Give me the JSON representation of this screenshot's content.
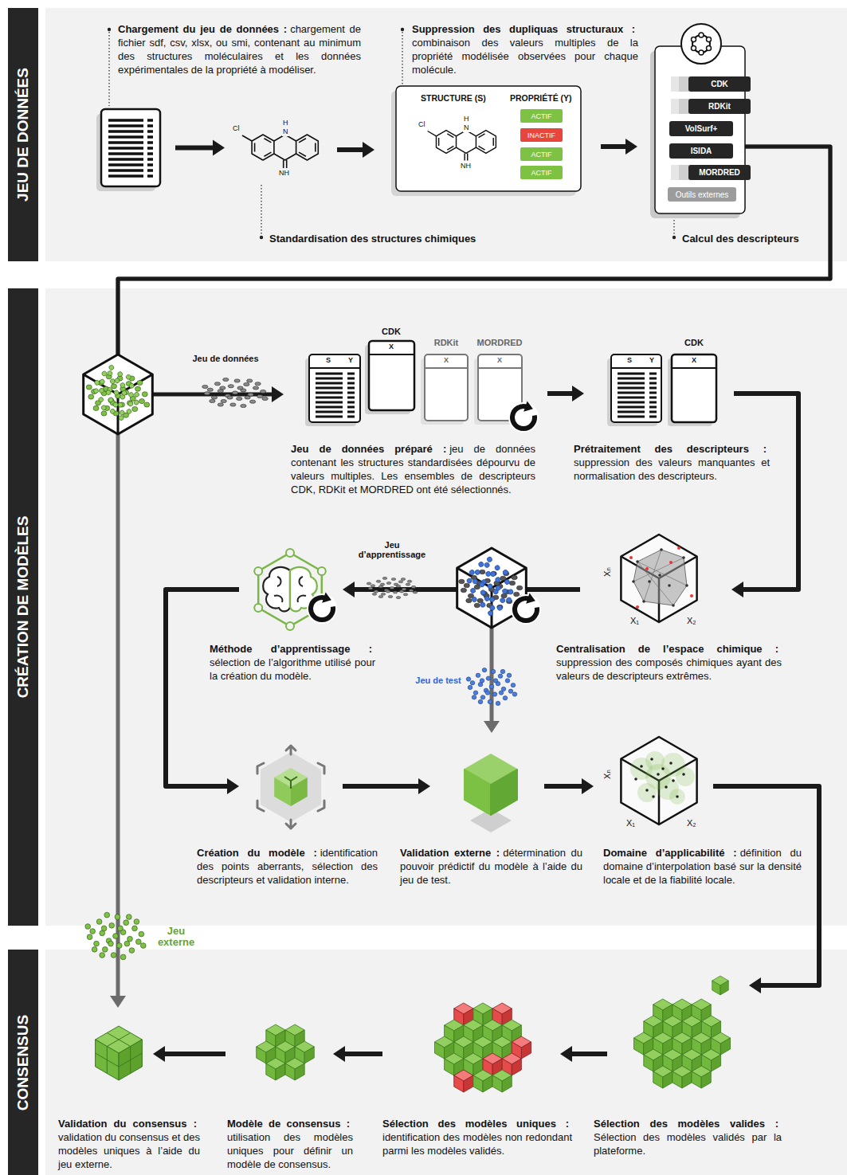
{
  "diagram": {
    "nodes": [
      {
        "text": [
          "JEU DE DONNÉES"
        ]
      },
      {
        "text": [
          "Chargement du jeu de données :",
          "chargement de fichier sdf, csv, xlsx, ou smi, contenant au minimum des structures moléculaires et les données expérimentales de la propriété à modéliser."
        ],
        "in": 0
      },
      {
        "text": [
          "Standardisation des structures chimiques"
        ],
        "in": 0
      },
      {
        "text": [
          "Suppression des dupliquas structuraux :",
          "combinaison des valeurs multiples de la propriété modélisée observées pour chaque molécule.",
          "STRUCTURE (S)",
          "PROPRIÉTÉ (Y)"
        ],
        "in": 0
      },
      {
        "text": [
          "ACTIF"
        ],
        "in": 3
      },
      {
        "text": [
          "INACTIF"
        ],
        "in": 3
      },
      {
        "text": [
          "ACTIF"
        ],
        "in": 3
      },
      {
        "text": [
          "ACTIF"
        ],
        "in": 3
      },
      {
        "text": [
          "Calcul des descripteurs"
        ],
        "in": 0
      },
      {
        "text": [
          "CDK"
        ],
        "in": 8
      },
      {
        "text": [
          "RDKit"
        ],
        "in": 8
      },
      {
        "text": [
          "VolSurf+"
        ],
        "in": 8
      },
      {
        "text": [
          "ISIDA"
        ],
        "in": 8
      },
      {
        "text": [
          "MORDRED"
        ],
        "in": 8
      },
      {
        "text": [
          "Outils externes"
        ],
        "in": 8
      },
      {
        "text": [
          "CRÉATION DE MODÈLES"
        ]
      },
      {
        "text": [
          "Jeu de données préparé :",
          "jeu de données contenant les structures standardisées dépourvu de valeurs multiples. Les ensembles de descripteurs CDK, RDKit et MORDRED ont été sélectionnés."
        ],
        "in": 15
      },
      {
        "text": [
          "Prétraitement des descripteurs :",
          "suppression des valeurs manquantes et normalisation des descripteurs."
        ],
        "in": 15
      },
      {
        "text": [
          "Centralisation de l’espace chimique :",
          "suppression des composés chimiques ayant des valeurs de descripteurs extrêmes."
        ],
        "in": 15
      },
      {
        "text": [
          "Méthode d’apprentissage :",
          "sélection de l’algorithme utilisé pour la création du modèle."
        ],
        "in": 15
      },
      {
        "text": [
          "Création du modèle :",
          "identification des points aberrants, sélection des descripteurs et validation interne."
        ],
        "in": 15
      },
      {
        "text": [
          "Validation externe :",
          "détermination du pouvoir prédictif du modèle à l’aide du jeu de test."
        ],
        "in": 15
      },
      {
        "text": [
          "Domaine d’applicabilité :",
          "définition du domaine d’interpolation basé sur la densité locale et de la fiabilité locale."
        ],
        "in": 15
      },
      {
        "text": [
          "CONSENSUS"
        ]
      },
      {
        "text": [
          "Validation du consensus :",
          "validation du consensus et des modèles uniques à l’aide du jeu externe."
        ],
        "in": 23
      },
      {
        "text": [
          "Modèle de consensus :",
          "utilisation des modèles uniques pour définir un modèle de consensus."
        ],
        "in": 23
      },
      {
        "text": [
          "Sélection des modèles uniques :",
          "identification des modèles non redondant parmi les modèles validés."
        ],
        "in": 23
      },
      {
        "text": [
          "Sélection des modèles valides :",
          "Sélection des modèles validés par la plateforme."
        ],
        "in": 23
      }
    ],
    "edges": [
      {
        "from": 1,
        "to": 2,
        "arrow": "to"
      },
      {
        "from": 2,
        "to": 3,
        "arrow": "to"
      },
      {
        "from": 3,
        "to": 8,
        "arrow": "to"
      },
      {
        "from": 8,
        "to": 16,
        "label": "Jeu de données",
        "arrow": "to"
      },
      {
        "from": 16,
        "to": 17,
        "arrow": "to"
      },
      {
        "from": 17,
        "to": 18,
        "arrow": "to"
      },
      {
        "from": 18,
        "to": 19,
        "label": "Jeu d’apprentissage",
        "arrow": "to"
      },
      {
        "from": 18,
        "to": 21,
        "label": "Jeu de test",
        "arrow": "to"
      },
      {
        "from": 19,
        "to": 20,
        "arrow": "to"
      },
      {
        "from": 20,
        "to": 21,
        "arrow": "to"
      },
      {
        "from": 21,
        "to": 22,
        "arrow": "to"
      },
      {
        "from": 22,
        "to": 27,
        "arrow": "to"
      },
      {
        "from": 27,
        "to": 26,
        "arrow": "to"
      },
      {
        "from": 26,
        "to": 25,
        "arrow": "to"
      },
      {
        "from": 25,
        "to": 24,
        "arrow": "to"
      },
      {
        "from": 8,
        "to": 24,
        "label": "Jeu externe",
        "arrow": "to"
      }
    ],
    "labels": [
      "Cl",
      "H",
      "N",
      "NH",
      "Cl",
      "H",
      "N",
      "NH",
      "CDK",
      "RDKit",
      "MORDRED",
      "S",
      "Y",
      "X",
      "X",
      "X",
      "CDK",
      "S",
      "Y",
      "X",
      "X₁",
      "X₂",
      "Xₙ",
      "X₁",
      "X₂",
      "Xₙ"
    ]
  }
}
